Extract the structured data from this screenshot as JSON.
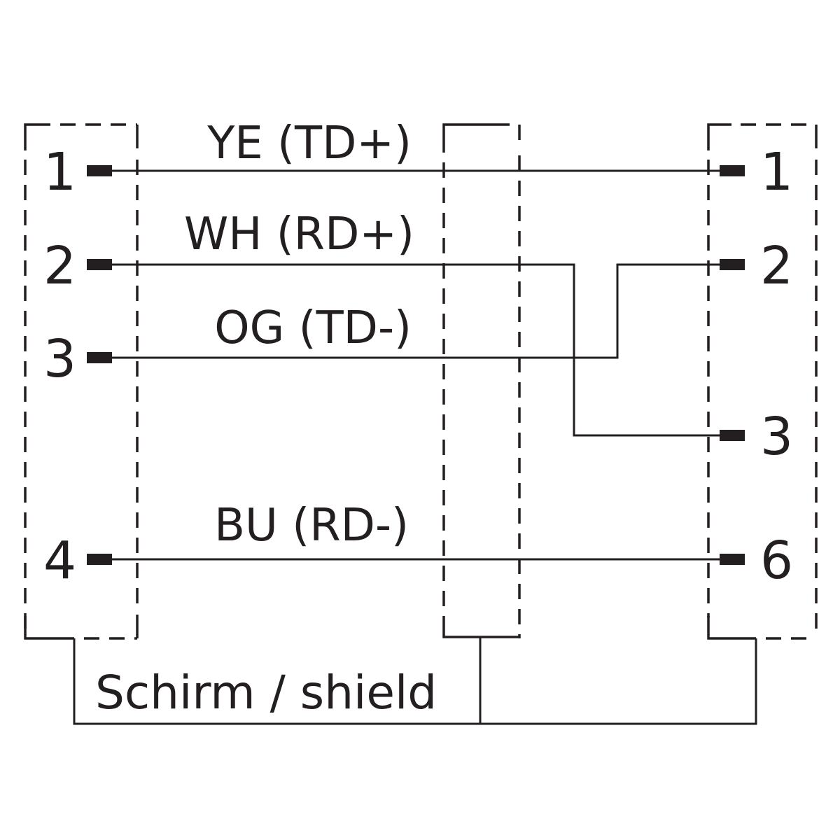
{
  "wires": [
    {
      "id": "ye",
      "label": "YE (TD+)",
      "from_pin": "1",
      "to_pin": "1"
    },
    {
      "id": "wh",
      "label": "WH (RD+)",
      "from_pin": "2",
      "to_pin": "3"
    },
    {
      "id": "og",
      "label": "OG (TD-)",
      "from_pin": "3",
      "to_pin": "2"
    },
    {
      "id": "bu",
      "label": "BU (RD-)",
      "from_pin": "4",
      "to_pin": "6"
    }
  ],
  "left_connector": {
    "pins": [
      "1",
      "2",
      "3",
      "4"
    ]
  },
  "right_connector": {
    "pins": [
      "1",
      "2",
      "3",
      "6"
    ]
  },
  "shield_label": "Schirm / shield",
  "colors": {
    "line": "#231f20",
    "background": "#ffffff"
  }
}
